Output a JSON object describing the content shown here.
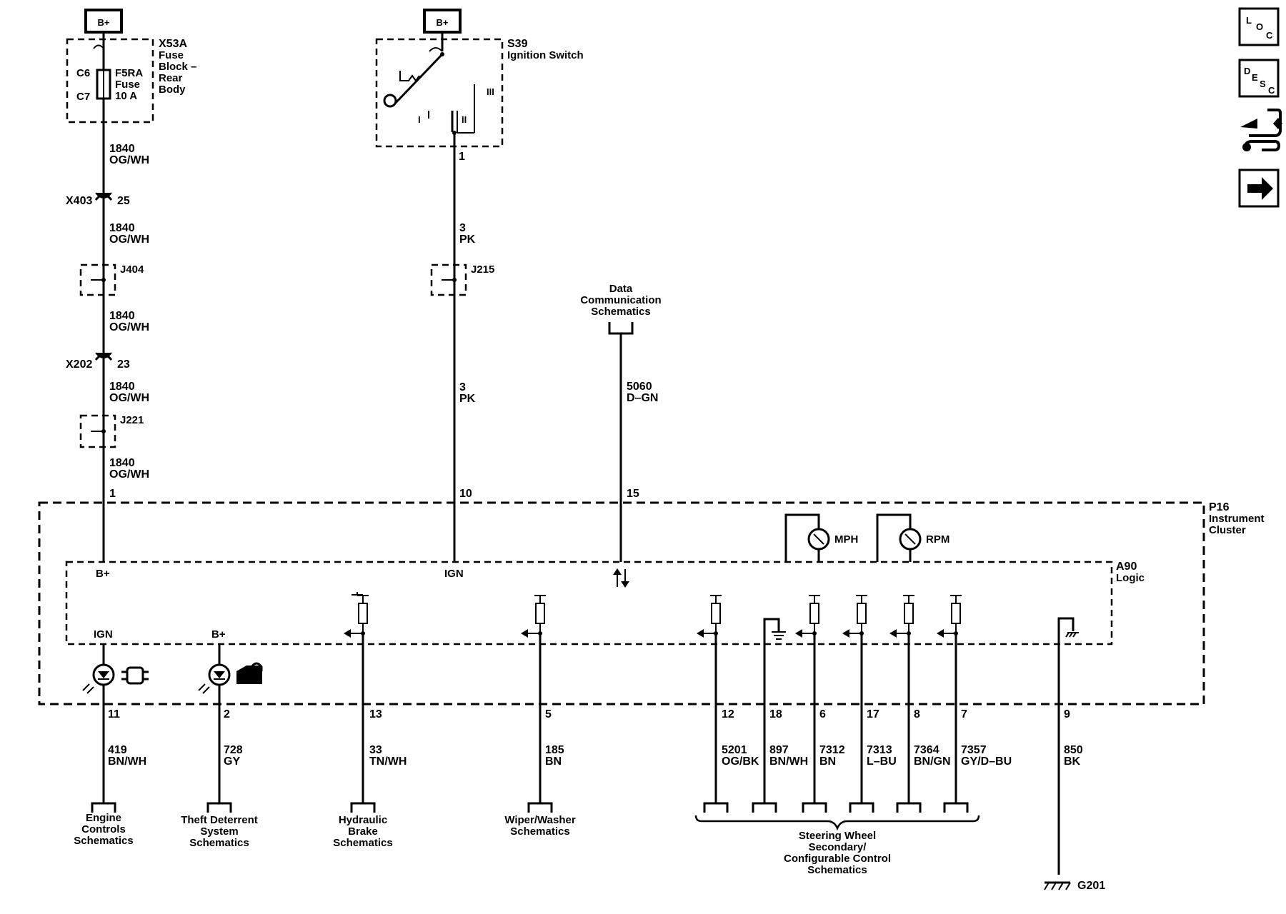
{
  "power": {
    "label": "B+"
  },
  "fuse_block": {
    "id": "X53A",
    "desc_line1": "Fuse",
    "desc_line2": "Block –",
    "desc_line3": "Rear",
    "desc_line4": "Body",
    "pin_in": "C6",
    "pin_out": "C7",
    "fuse_name": "F5RA",
    "fuse_word": "Fuse",
    "fuse_rating": "10 A"
  },
  "ignition_switch": {
    "id": "S39",
    "desc": "Ignition Switch",
    "pos_1": "I",
    "pos_2": "II",
    "pos_3": "III",
    "pin": "1"
  },
  "left_circuit": {
    "segments": [
      {
        "circuit": "1840",
        "color": "OG/WH"
      },
      {
        "circuit": "1840",
        "color": "OG/WH"
      },
      {
        "circuit": "1840",
        "color": "OG/WH"
      },
      {
        "circuit": "1840",
        "color": "OG/WH"
      },
      {
        "circuit": "1840",
        "color": "OG/WH"
      }
    ],
    "connector1": {
      "id": "X403",
      "pin": "25"
    },
    "connector2": {
      "id": "X202",
      "pin": "23"
    },
    "splice1": "J404",
    "splice2": "J221",
    "cluster_pin": "1"
  },
  "ign_circuit": {
    "segments": [
      {
        "circuit": "3",
        "color": "PK"
      },
      {
        "circuit": "3",
        "color": "PK"
      }
    ],
    "splice": "J215",
    "cluster_pin": "10"
  },
  "data_link": {
    "title_line1": "Data",
    "title_line2": "Communication",
    "title_line3": "Schematics",
    "circuit": "5060",
    "color": "D–GN",
    "cluster_pin": "15"
  },
  "cluster": {
    "id": "P16",
    "line1": "Instrument",
    "line2": "Cluster",
    "logic_id": "A90",
    "logic_label": "Logic",
    "bplus_label": "B+",
    "ign_label": "IGN",
    "gauge1": "MPH",
    "gauge2": "RPM",
    "ind_ign": "IGN",
    "ind_bplus": "B+"
  },
  "outputs": [
    {
      "pin": "11",
      "circuit": "419",
      "color": "BN/WH"
    },
    {
      "pin": "2",
      "circuit": "728",
      "color": "GY"
    },
    {
      "pin": "13",
      "circuit": "33",
      "color": "TN/WH"
    },
    {
      "pin": "5",
      "circuit": "185",
      "color": "BN"
    },
    {
      "pin": "12",
      "circuit": "5201",
      "color": "OG/BK"
    },
    {
      "pin": "18",
      "circuit": "897",
      "color": "BN/WH"
    },
    {
      "pin": "6",
      "circuit": "7312",
      "color": "BN"
    },
    {
      "pin": "17",
      "circuit": "7313",
      "color": "L–BU"
    },
    {
      "pin": "8",
      "circuit": "7364",
      "color": "BN/GN"
    },
    {
      "pin": "7",
      "circuit": "7357",
      "color": "GY/D–BU"
    },
    {
      "pin": "9",
      "circuit": "850",
      "color": "BK"
    }
  ],
  "destinations": {
    "engine": [
      "Engine",
      "Controls",
      "Schematics"
    ],
    "theft": [
      "Theft Deterrent",
      "System",
      "Schematics"
    ],
    "brake": [
      "Hydraulic",
      "Brake",
      "Schematics"
    ],
    "wiper": [
      "Wiper/Washer",
      "Schematics"
    ],
    "steering": [
      "Steering Wheel",
      "Secondary/",
      "Configurable Control",
      "Schematics"
    ]
  },
  "ground": {
    "id": "G201"
  },
  "toolbar": {
    "loc": {
      "l": "L",
      "o": "O",
      "c": "C"
    },
    "desc": {
      "d": "D",
      "e": "E",
      "s": "S",
      "c": "C"
    },
    "repair_icon": "wrench-hand-icon",
    "next_icon": "right-arrow-icon"
  }
}
